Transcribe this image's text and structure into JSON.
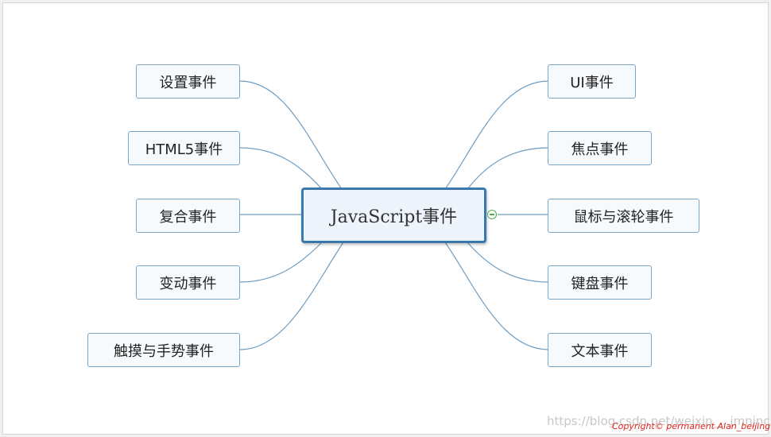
{
  "central": {
    "label": "JavaScript事件"
  },
  "left_nodes": [
    {
      "label": "设置事件"
    },
    {
      "label": "HTML5事件"
    },
    {
      "label": "复合事件"
    },
    {
      "label": "变动事件"
    },
    {
      "label": "触摸与手势事件"
    }
  ],
  "right_nodes": [
    {
      "label": "UI事件"
    },
    {
      "label": "焦点事件"
    },
    {
      "label": "鼠标与滚轮事件"
    },
    {
      "label": "键盘事件"
    },
    {
      "label": "文本事件"
    }
  ],
  "watermark": {
    "text": "https://blog.csdn.net/weixin_...jmnjnc"
  },
  "copyright": {
    "text": "Copyright© permanent  Alan_beijing"
  },
  "colors": {
    "link": "#6f9dc2",
    "central_border": "#3a78ad",
    "node_border": "#7aa6c8",
    "toggle": "#4caf50"
  }
}
